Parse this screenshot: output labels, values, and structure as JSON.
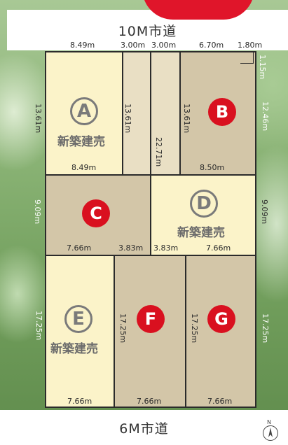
{
  "roads": {
    "top": "10M市道",
    "bottom": "6M市道"
  },
  "new_build_label": "新築建売",
  "lots": {
    "A": {
      "letter": "A",
      "status": "new"
    },
    "B": {
      "letter": "B",
      "status": "sold"
    },
    "C": {
      "letter": "C",
      "status": "sold"
    },
    "D": {
      "letter": "D",
      "status": "new"
    },
    "E": {
      "letter": "E",
      "status": "new"
    },
    "F": {
      "letter": "F",
      "status": "sold"
    },
    "G": {
      "letter": "G",
      "status": "sold"
    }
  },
  "dimensions": {
    "top_a": "8.49m",
    "top_strip_left": "3.00m",
    "top_strip_right": "3.00m",
    "top_b": "6.70m",
    "top_corner": "1.80m",
    "corner_side": "1.15m",
    "a_left": "13.61m",
    "a_right": "13.61m",
    "a_bottom": "8.49m",
    "b_left": "13.61m",
    "b_right": "12.46m",
    "b_bottom": "8.50m",
    "strip_length": "22.71m",
    "c_left": "9.09m",
    "c_bottom_left": "7.66m",
    "c_bottom_right": "3.83m",
    "d_bottom_left": "3.83m",
    "d_bottom_right": "7.66m",
    "d_right": "9.09m",
    "e_left": "17.25m",
    "e_bottom": "7.66m",
    "f_left": "17.25m",
    "f_bottom": "7.66m",
    "g_left": "17.25m",
    "g_right": "17.25m",
    "g_bottom": "7.66m"
  },
  "colors": {
    "new_lot": "#fbf3c9",
    "sold_lot": "#d3c6a8",
    "red_marker": "#d9101f",
    "outline": "#2b2b2b"
  },
  "compass": "N"
}
